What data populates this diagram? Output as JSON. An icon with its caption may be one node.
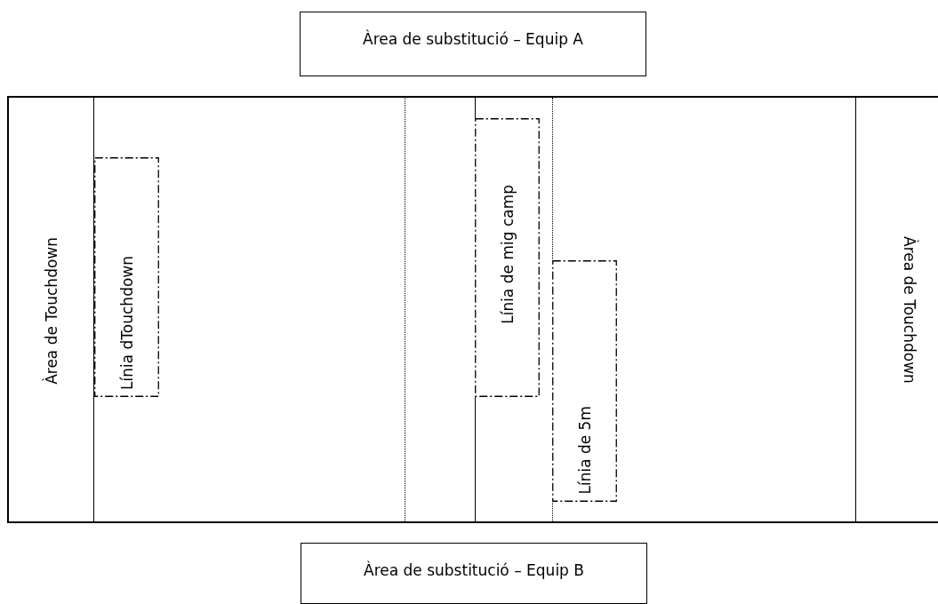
{
  "diagram": {
    "nodes": [
      {
        "text": [
          "Àrea de substitució – Equip A"
        ]
      },
      {
        "text": [],
        "shape": "box"
      },
      {
        "text": [
          "Àrea de Touchdown"
        ],
        "in": 1
      },
      {
        "text": [
          "Línia dTouchdown"
        ],
        "in": 1
      },
      {
        "text": [
          "Línia de mig camp"
        ],
        "in": 1
      },
      {
        "text": [
          "Línia de 5m"
        ],
        "in": 1
      },
      {
        "text": [
          "Àrea de Touchdown"
        ],
        "in": 1
      },
      {
        "text": [
          "Àrea de substitució – Equip B"
        ]
      }
    ]
  }
}
